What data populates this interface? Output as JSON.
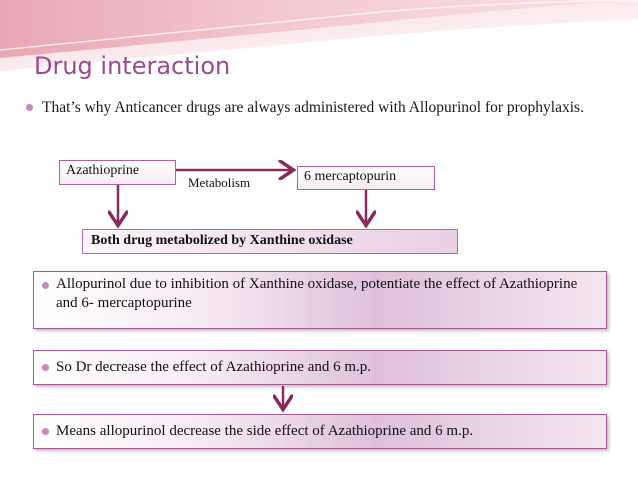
{
  "slide": {
    "title": "Drug interaction",
    "intro_bullet": "That’s why Anticancer drugs are always administered with Allopurinol for prophylaxis.",
    "diagram": {
      "left_box": "Azathioprine",
      "arrow_label": "Metabolism",
      "right_box": "6 mercaptopurin",
      "bottom_bar": "Both drug metabolized by Xanthine oxidase"
    },
    "boxes": [
      "Allopurinol due to inhibition of Xanthine oxidase, potentiate the effect of Azathioprine and 6- mercaptopurine",
      "So Dr decrease the effect of Azathioprine and 6 m.p.",
      "Means allopurinol decrease the side effect of Azathioprine and 6 m.p."
    ],
    "colors": {
      "title": "#9b4a8e",
      "arrow": "#8b2a5a",
      "bullet": "#c58ab9"
    }
  }
}
